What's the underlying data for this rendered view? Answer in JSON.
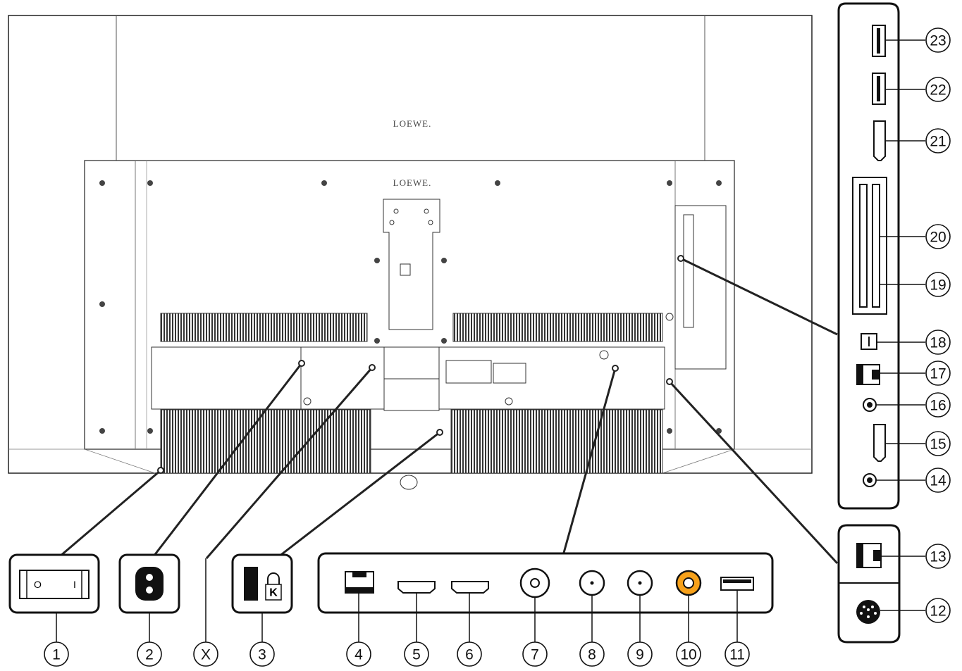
{
  "brand": {
    "upper_logo": "LOEWE.",
    "lower_logo": "LOEWE."
  },
  "callouts": [
    {
      "id": "power-switch",
      "label": "1"
    },
    {
      "id": "mains-socket",
      "label": "2"
    },
    {
      "id": "x-point",
      "label": "X"
    },
    {
      "id": "kensington-lock",
      "label": "3"
    },
    {
      "id": "lan-port",
      "label": "4"
    },
    {
      "id": "hdmi-a",
      "label": "5"
    },
    {
      "id": "hdmi-b",
      "label": "6"
    },
    {
      "id": "antenna-socket",
      "label": "7"
    },
    {
      "id": "sat-socket-1",
      "label": "8"
    },
    {
      "id": "sat-socket-2",
      "label": "9"
    },
    {
      "id": "rca-socket",
      "label": "10"
    },
    {
      "id": "usb-rear",
      "label": "11"
    },
    {
      "id": "mini-din",
      "label": "12"
    },
    {
      "id": "rj-socket",
      "label": "13"
    },
    {
      "id": "jack-lower",
      "label": "14"
    },
    {
      "id": "hdmi-side",
      "label": "15"
    },
    {
      "id": "jack-upper",
      "label": "16"
    },
    {
      "id": "rj-side",
      "label": "17"
    },
    {
      "id": "mini-port",
      "label": "18"
    },
    {
      "id": "ci-slot-lower",
      "label": "19"
    },
    {
      "id": "ci-slot-upper",
      "label": "20"
    },
    {
      "id": "hdmi-top",
      "label": "21"
    },
    {
      "id": "usb-side-lower",
      "label": "22"
    },
    {
      "id": "usb-side-upper",
      "label": "23"
    }
  ],
  "panel_symbols": {
    "switch_off": "O",
    "switch_on": "I",
    "kensington": "K"
  }
}
